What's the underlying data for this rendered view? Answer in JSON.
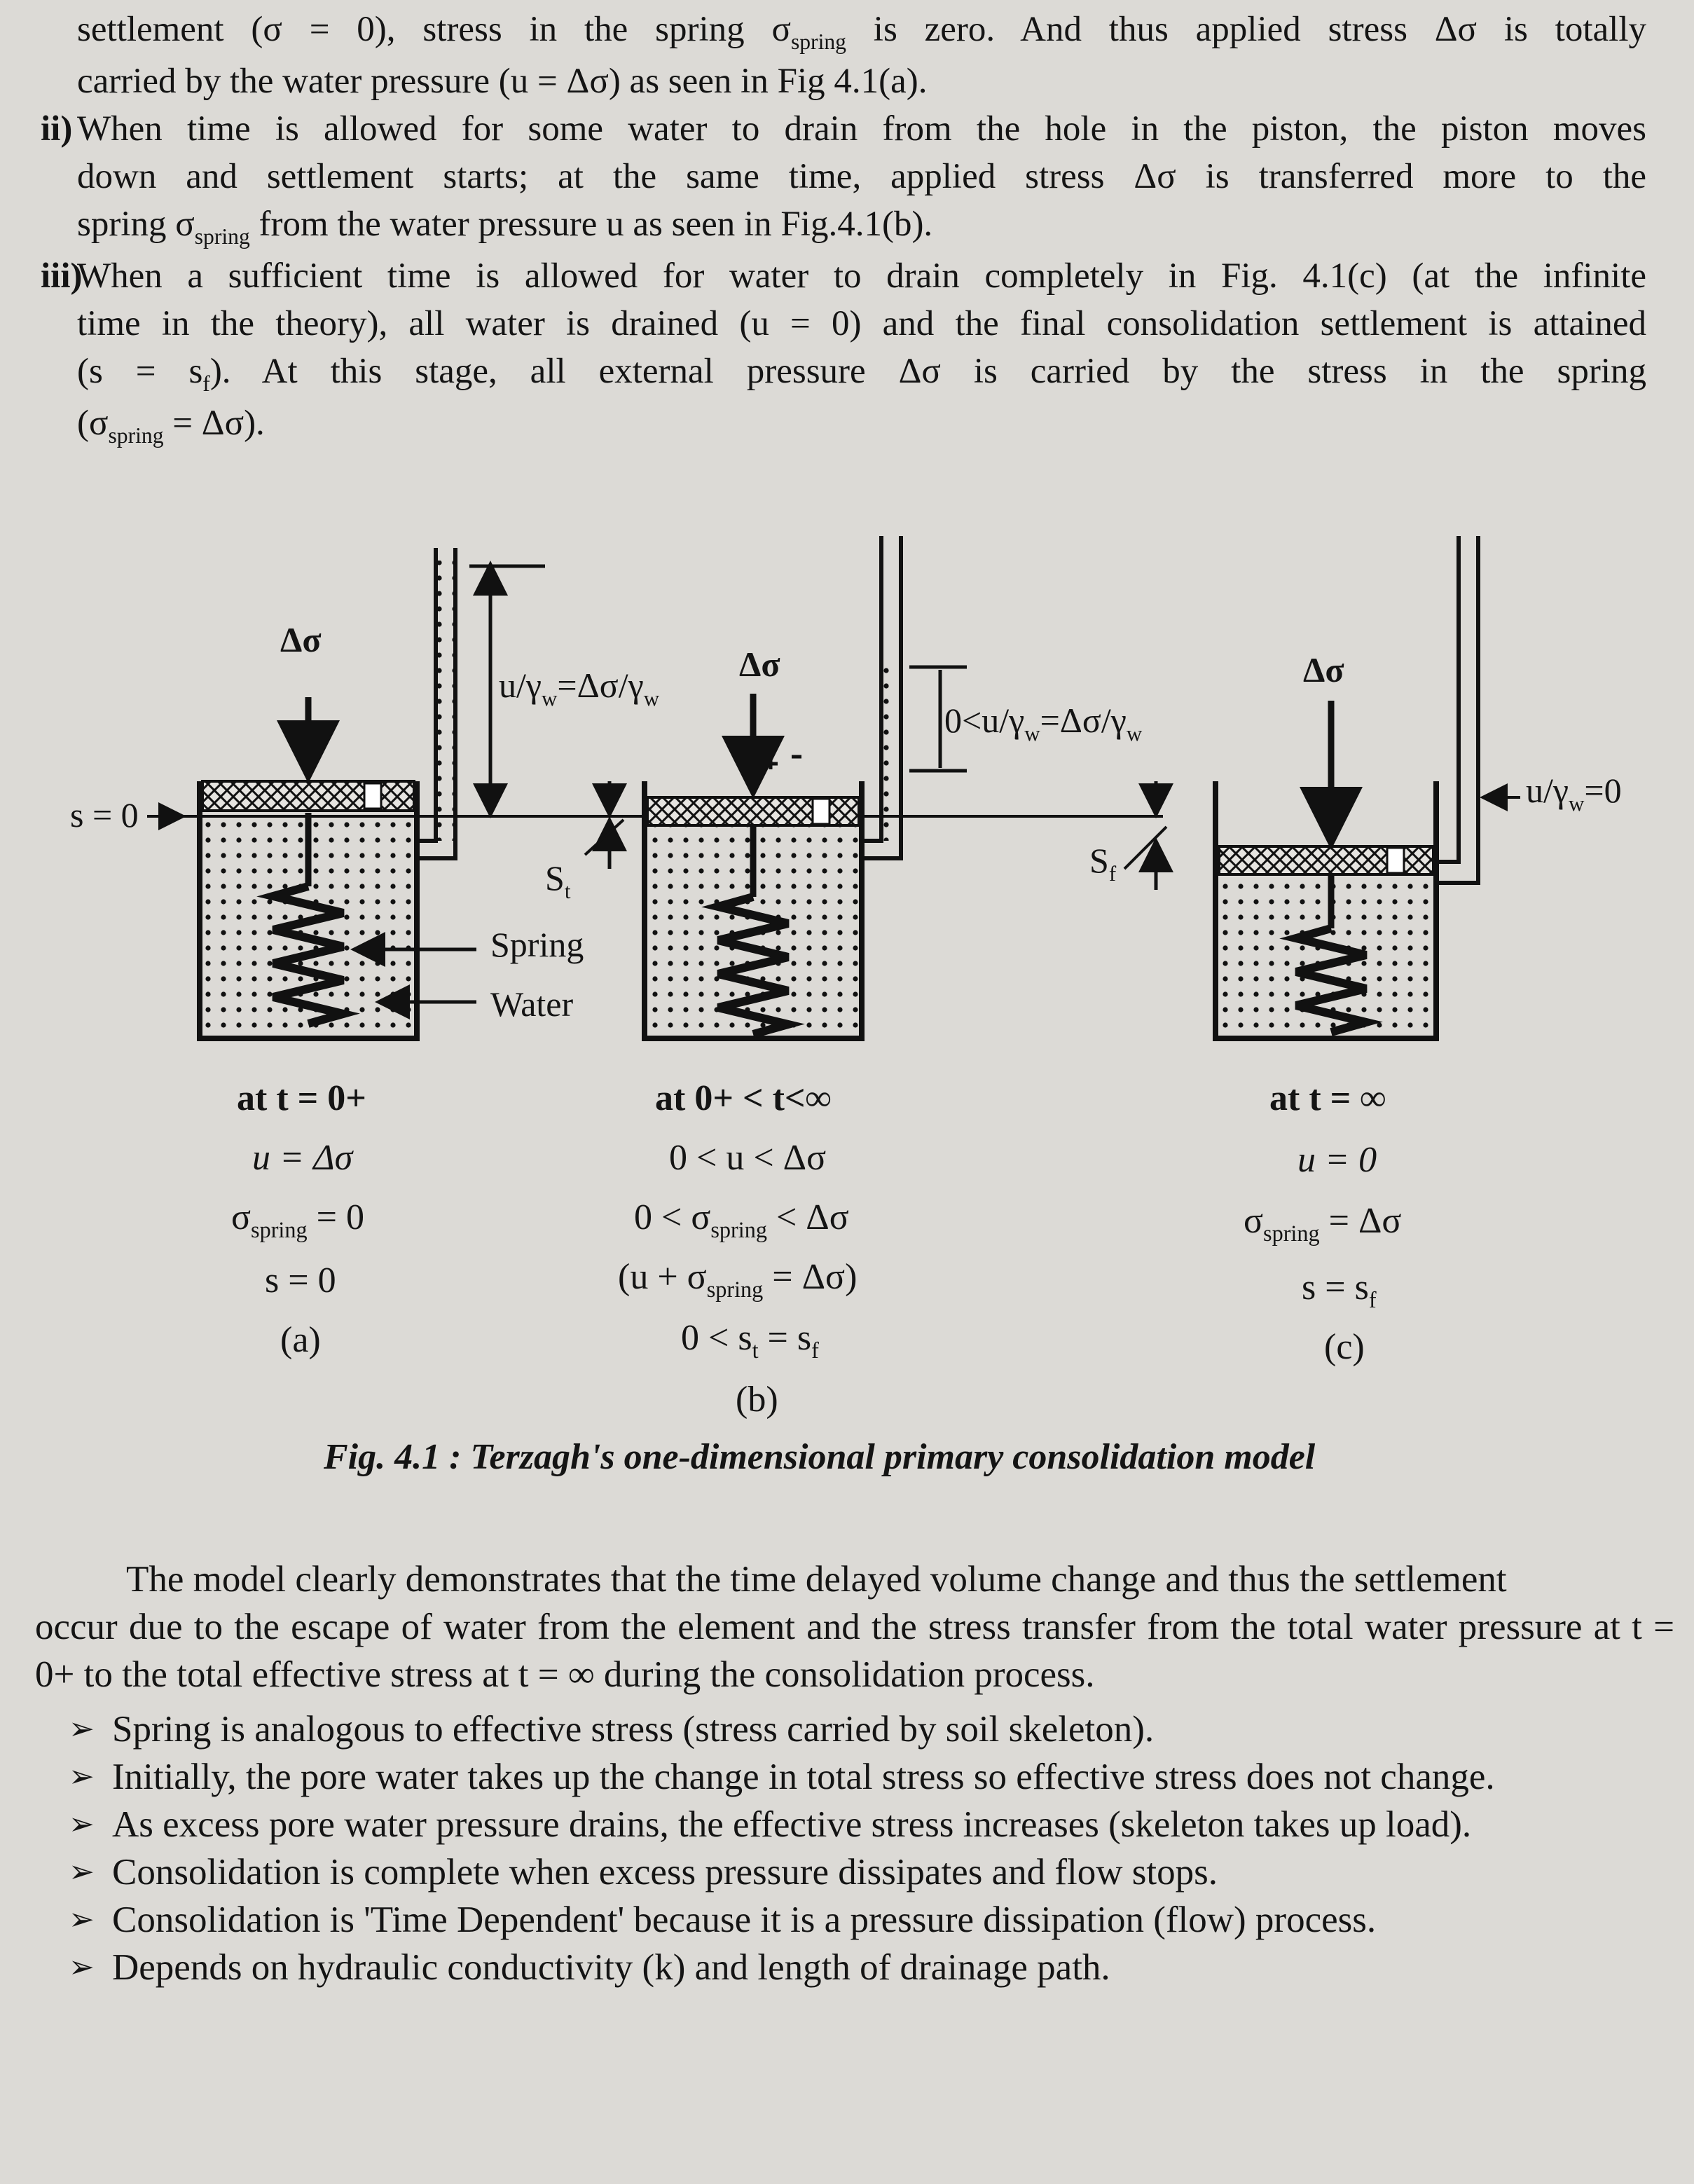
{
  "top_text": {
    "line1_a": "settlement (σ = 0), stress in the spring σ",
    "line1_sub": "spring",
    "line1_b": " is zero. And thus applied stress Δσ is totally",
    "line2": "carried by the water pressure (u = Δσ) as seen in Fig 4.1(a).",
    "item2_num": "ii)",
    "item2_line1": "When time is allowed for some water to drain from the hole in the piston, the piston moves",
    "item2_line2": "down and settlement starts; at the same time, applied stress Δσ is transferred more to the",
    "item2_line3_a": "spring σ",
    "item2_line3_sub": "spring",
    "item2_line3_b": " from the water pressure u as seen in Fig.4.1(b).",
    "item3_num": "iii)",
    "item3_line1": "When a sufficient time is allowed for water to drain completely in Fig. 4.1(c) (at the infinite",
    "item3_line2": "time in the theory), all water is drained (u = 0) and the final consolidation settlement is attained",
    "item3_line3_a": "(s = s",
    "item3_line3_sub": "f",
    "item3_line3_b": "). At this stage, all external pressure Δσ is carried by the stress in the spring",
    "item3_line4_a": "(σ",
    "item3_line4_sub": "spring",
    "item3_line4_b": " = Δσ)."
  },
  "figure": {
    "load_label": "Δσ",
    "s_zero_label": "s = 0",
    "head_a_pre": "u/γ",
    "head_a_sub1": "w",
    "head_a_mid": "=Δσ/γ",
    "head_a_sub2": "w",
    "head_b_pre": "0<u/γ",
    "head_b_sub1": "w",
    "head_b_mid": "=Δσ/γ",
    "head_b_sub2": "w",
    "head_c_pre": "u/γ",
    "head_c_sub": "w",
    "head_c_post": "=0",
    "st_label": "S",
    "st_sub": "t",
    "sf_label": "S",
    "sf_sub": "f",
    "spring_label": "Spring",
    "water_label": "Water",
    "a": {
      "time": "at t = 0+",
      "u": "u = Δσ",
      "sig_a": "σ",
      "sig_sub": "spring",
      "sig_b": " = 0",
      "s": "s = 0",
      "tag": "(a)"
    },
    "b": {
      "time": "at 0+ < t<∞",
      "u": "0 < u < Δσ",
      "sig_a": "0 < σ",
      "sig_sub": "spring",
      "sig_b": " < Δσ",
      "sum_a": "(u + σ",
      "sum_sub": "spring",
      "sum_b": " = Δσ)",
      "s_a": "0 < s",
      "s_sub1": "t",
      "s_b": " = s",
      "s_sub2": "f",
      "tag": "(b)"
    },
    "c": {
      "time": "at t = ∞",
      "u": "u = 0",
      "sig_a": "σ",
      "sig_sub": "spring",
      "sig_b": " = Δσ",
      "s_a": "s = s",
      "s_sub": "f",
      "tag": "(c)"
    },
    "caption": "Fig. 4.1 : Terzagh's one-dimensional primary consolidation model"
  },
  "bottom_text": {
    "para_line1": "The model clearly demonstrates that the time delayed volume change and thus the settlement",
    "para_rest": "occur due to the escape of water from the element and the stress transfer from the total water pressure at t = 0+ to the total effective stress at t = ∞ during the consolidation process.",
    "bullet_symbol": "➢",
    "bullets": [
      "Spring is analogous to effective stress (stress carried by soil skeleton).",
      "Initially, the pore water takes up the change in total stress so effective stress does not change.",
      "As excess pore water pressure drains, the effective stress increases (skeleton takes up load).",
      "Consolidation is complete when excess pressure dissipates and flow stops.",
      "Consolidation is 'Time Dependent' because it is a pressure dissipation (flow) process.",
      "Depends on hydraulic conductivity (k) and length of drainage path."
    ]
  }
}
